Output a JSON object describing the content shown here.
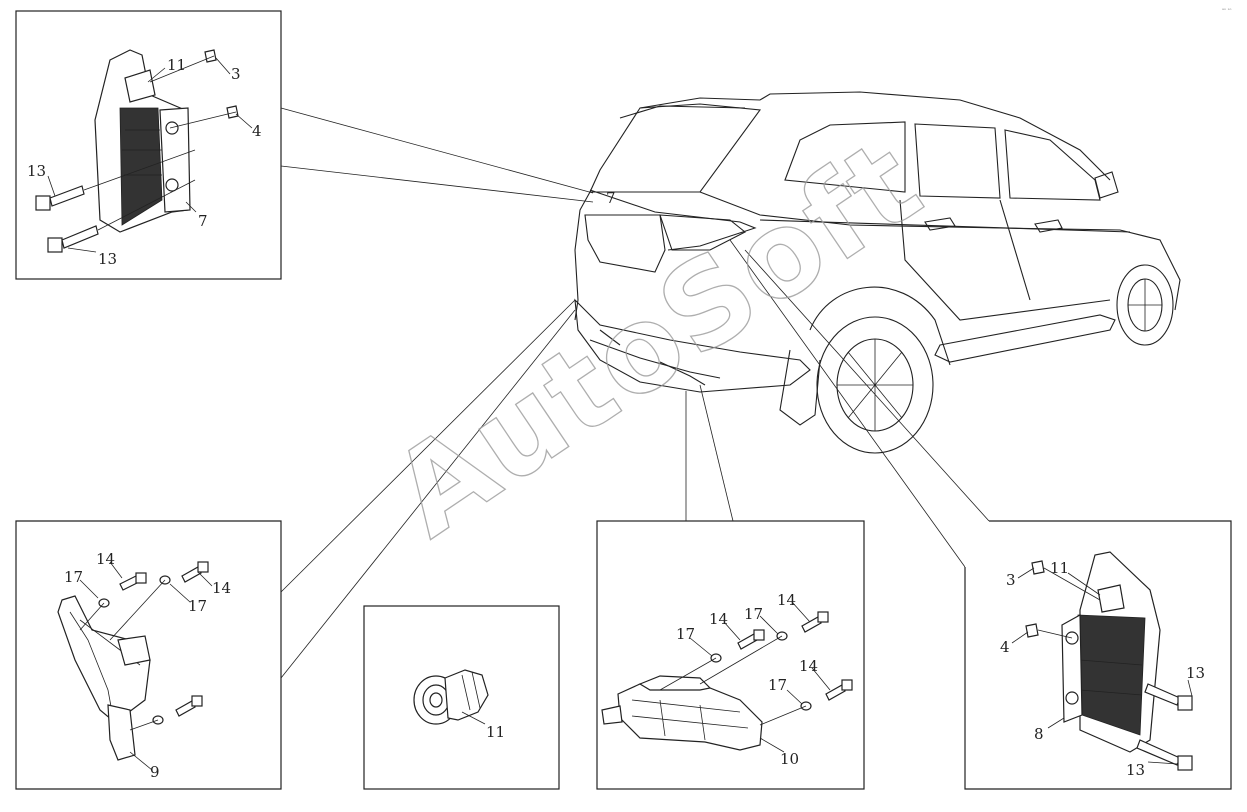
{
  "watermark": "AutoSoft",
  "corner_mark": "ᵃᵒ ˢᵒ",
  "callouts": {
    "p1_11": "11",
    "p1_3": "3",
    "p1_4": "4",
    "p1_13a": "13",
    "p1_7": "7",
    "p1_13b": "13",
    "p2_14a": "14",
    "p2_17a": "17",
    "p2_14b": "14",
    "p2_17b": "17",
    "p2_9": "9",
    "p3_11": "11",
    "p4_14a": "14",
    "p4_17a": "17",
    "p4_14b": "14",
    "p4_17b": "17",
    "p4_17c": "17",
    "p4_14c": "14",
    "p4_10": "10",
    "p5_3": "3",
    "p5_11": "11",
    "p5_4": "4",
    "p5_13a": "13",
    "p5_8": "8",
    "p5_13b": "13"
  }
}
